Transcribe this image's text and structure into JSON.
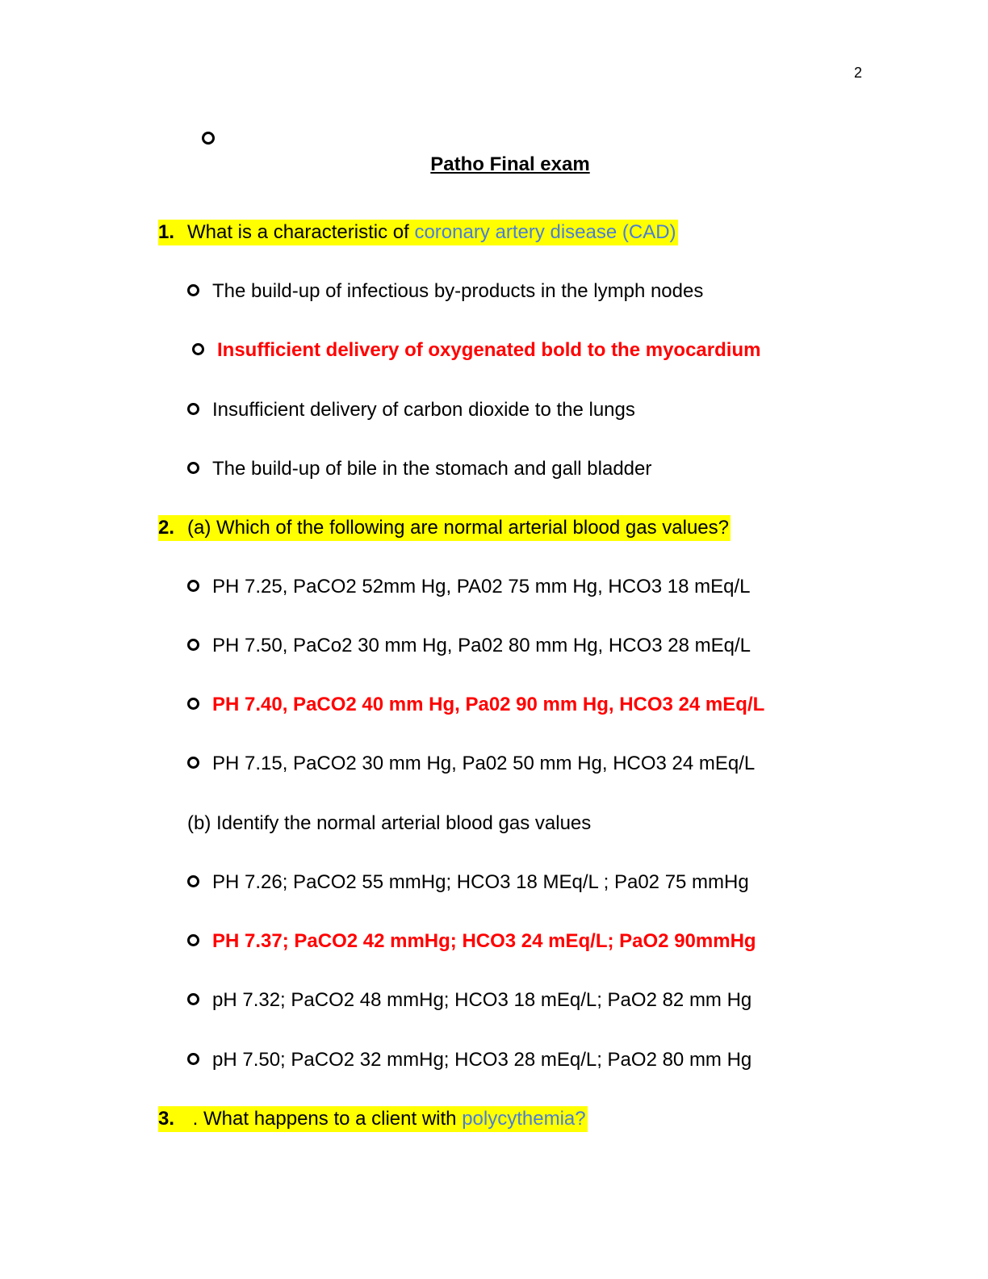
{
  "page_number": "2",
  "title": "Patho Final exam",
  "q1": {
    "number": "1.",
    "text": "What is a characteristic of ",
    "term": "coronary artery disease (CAD)",
    "options": [
      "The build-up of infectious by-products in the lymph nodes",
      "Insufficient delivery of oxygenated bold to the myocardium",
      "Insufficient delivery of carbon dioxide to the lungs",
      "The build-up of bile in the stomach and gall bladder"
    ]
  },
  "q2": {
    "number": "2.",
    "text": "(a) Which of the following are normal arterial blood gas values?",
    "options_a": [
      "PH 7.25, PaCO2 52mm Hg, PA02 75 mm Hg, HCO3 18 mEq/L",
      "PH 7.50, PaCo2 30 mm Hg, Pa02 80 mm Hg, HCO3 28 mEq/L",
      "PH 7.40, PaCO2 40 mm Hg, Pa02 90 mm Hg, HCO3 24 mEq/L",
      "PH 7.15, PaCO2 30 mm Hg, Pa02 50 mm Hg, HCO3 24 mEq/L"
    ],
    "sub_b": "(b) Identify the normal arterial blood gas values",
    "options_b": [
      "PH 7.26; PaCO2 55 mmHg; HCO3 18 MEq/L ; Pa02 75 mmHg",
      "PH 7.37; PaCO2 42 mmHg; HCO3 24 mEq/L; PaO2 90mmHg",
      "pH 7.32; PaCO2 48 mmHg; HCO3 18 mEq/L; PaO2 82 mm Hg",
      "pH 7.50; PaCO2 32 mmHg; HCO3 28 mEq/L; PaO2 80 mm Hg"
    ]
  },
  "q3": {
    "number": "3.",
    "text": " . What happens to a client with ",
    "term": "polycythemia?"
  },
  "colors": {
    "highlight": "#ffff00",
    "term_blue": "#4a7fd4",
    "answer_red": "#ff0000"
  }
}
